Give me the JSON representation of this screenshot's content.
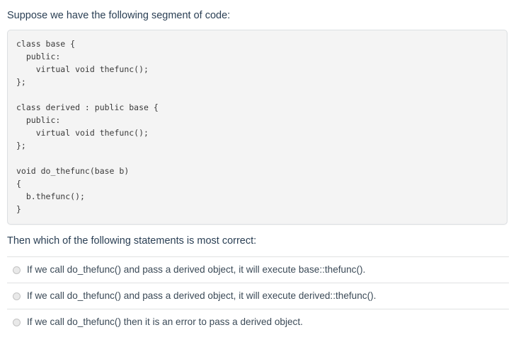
{
  "question": {
    "intro": "Suppose we have the following segment of code:",
    "follow_up": "Then which of the following statements is most correct:"
  },
  "code_block": {
    "language": "cpp",
    "lines": [
      "class base {",
      "  public:",
      "    virtual void thefunc();",
      "};",
      "",
      "class derived : public base {",
      "  public:",
      "    virtual void thefunc();",
      "};",
      "",
      "void do_thefunc(base b)",
      "{",
      "  b.thefunc();",
      "}"
    ]
  },
  "answers": [
    {
      "id": "option-a",
      "label": "If we call do_thefunc() and pass a derived object, it will execute base::thefunc().",
      "selected": false
    },
    {
      "id": "option-b",
      "label": "If we call do_thefunc() and pass a derived object, it will execute derived::thefunc().",
      "selected": false
    },
    {
      "id": "option-c",
      "label": "If we call do_thefunc() then it is an error to pass a derived object.",
      "selected": false
    }
  ],
  "colors": {
    "page_background": "#ffffff",
    "heading_text": "#2a3f54",
    "code_background": "#f4f4f4",
    "code_border": "#dcdfe2",
    "code_text": "#3a3a3a",
    "divider": "#e0e1e2",
    "radio_fill": "#e9e9e9",
    "radio_border": "#c2c2c2",
    "answer_text": "#3b4a57"
  }
}
